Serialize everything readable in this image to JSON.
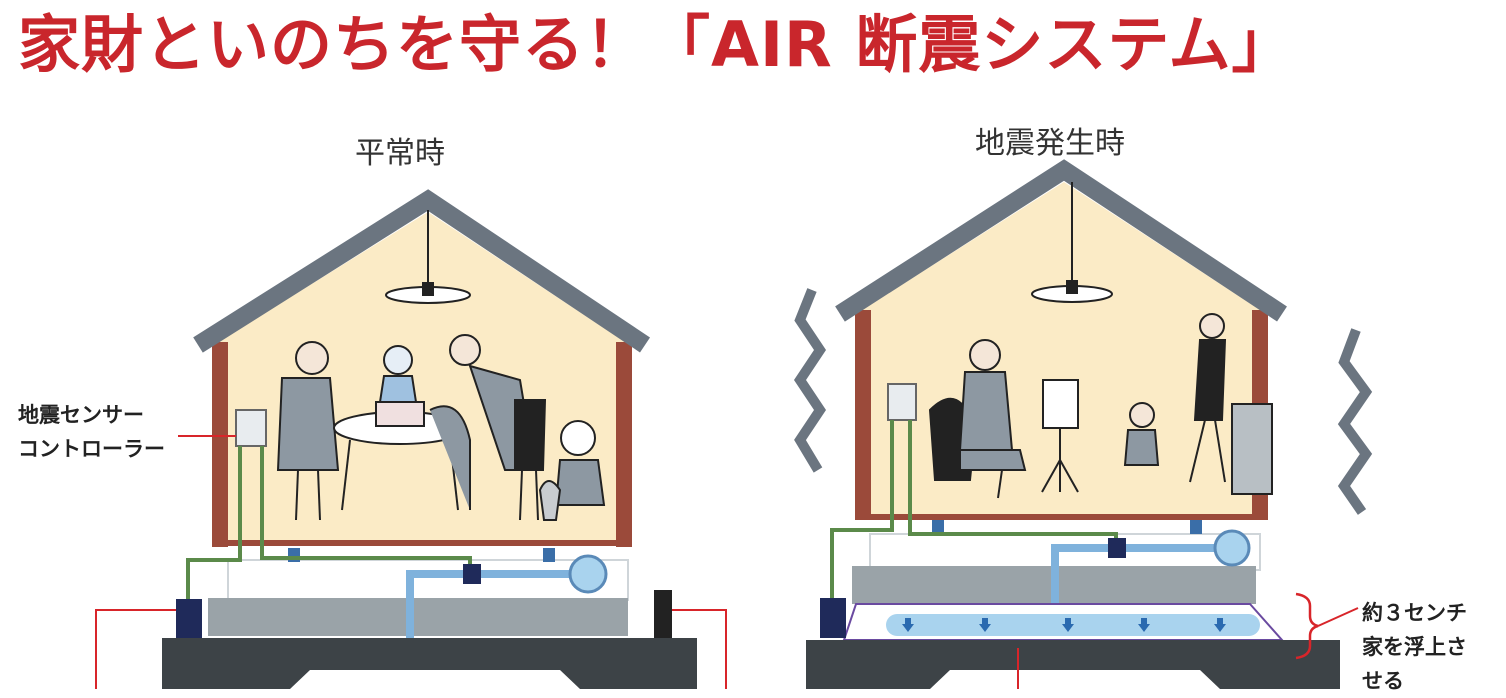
{
  "headline": "家財といのちを守る！「AIR 断震システム」",
  "scenes": [
    {
      "title": "平常時"
    },
    {
      "title": "地震発生時"
    }
  ],
  "sensor_callout": {
    "line1": "地震センサー",
    "line2": "コントローラー"
  },
  "lift_callout": {
    "line1": "約３センチ",
    "line2": "家を浮上さ",
    "line3": "せる"
  },
  "colors": {
    "headline": "#c9262c",
    "roof": "#6b7580",
    "interior": "#fbebc6",
    "wall": "#9b4a3a",
    "foundation": "#3d4347",
    "slab": "#9aa3a8",
    "air_pipe": "#7fb2dc",
    "sensor_wire": "#5b8a4a",
    "power_wire": "#d8252a",
    "air_cushion": "#a9d3ee"
  }
}
